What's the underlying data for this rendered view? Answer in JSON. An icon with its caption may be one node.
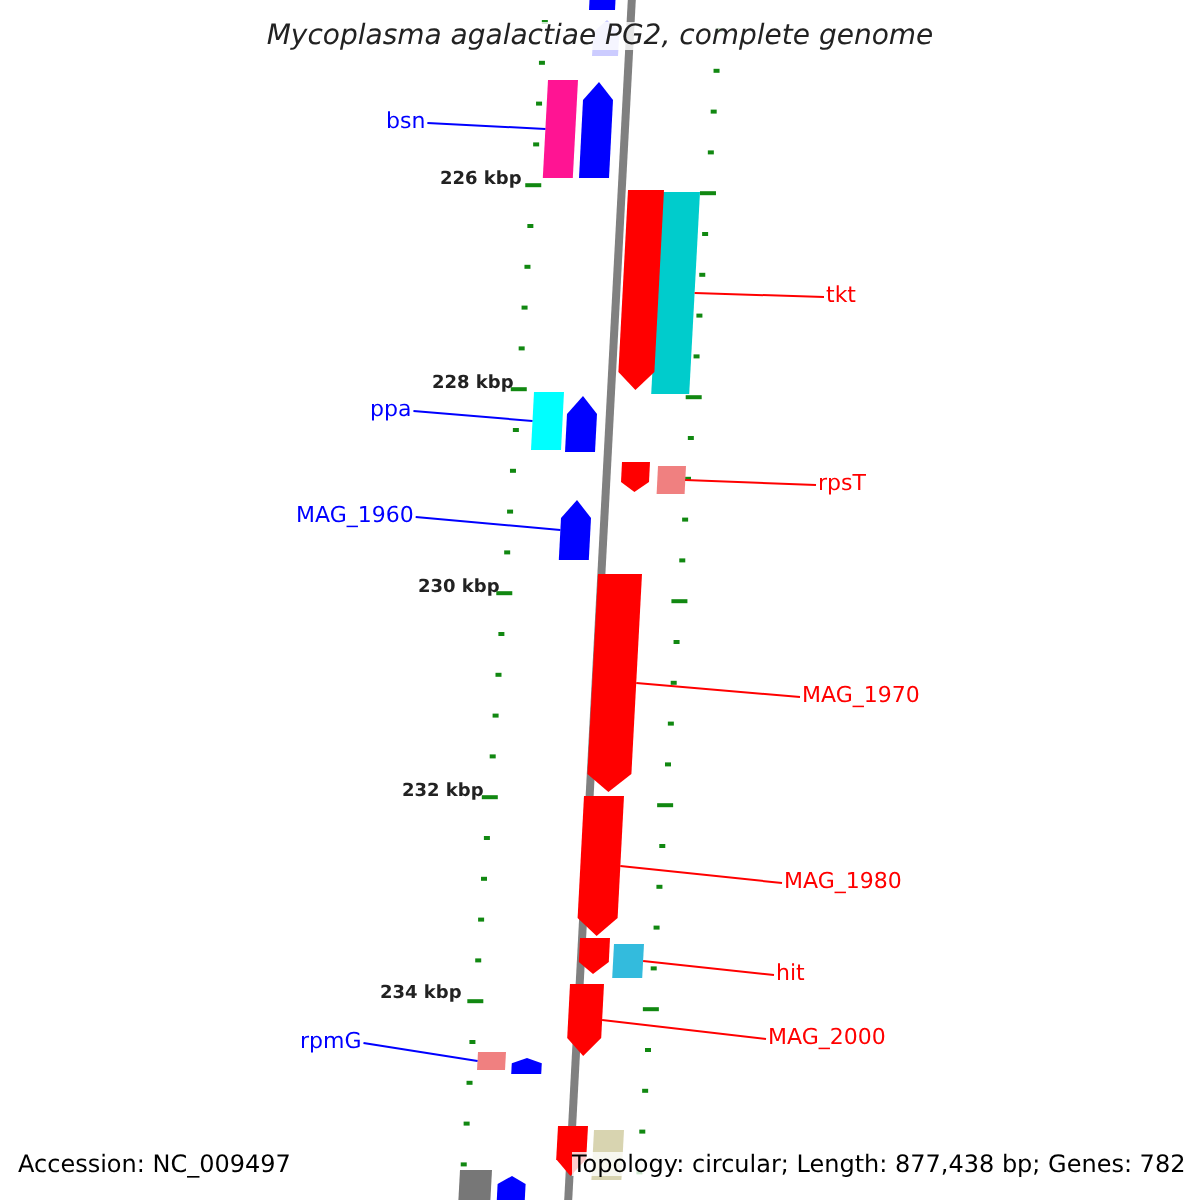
{
  "diagram": {
    "title": "Mycoplasma agalactiae PG2, complete genome",
    "nodes": [
      {
        "text": [
          "bsn"
        ]
      },
      {
        "text": [],
        "shape": "bar"
      },
      {
        "text": [
          "tkt"
        ]
      },
      {
        "text": [],
        "shape": "bar"
      },
      {
        "text": [
          "ppa"
        ]
      },
      {
        "text": [],
        "shape": "bar"
      },
      {
        "text": [
          "rpsT"
        ]
      },
      {
        "text": [],
        "shape": "bar"
      },
      {
        "text": [
          "MAG_1960"
        ]
      },
      {
        "text": [],
        "shape": "pentagon"
      },
      {
        "text": [
          "MAG_1970"
        ]
      },
      {
        "text": [],
        "shape": "pentagon"
      },
      {
        "text": [
          "MAG_1980"
        ]
      },
      {
        "text": [],
        "shape": "pentagon"
      },
      {
        "text": [
          "hit"
        ]
      },
      {
        "text": [],
        "shape": "bar"
      },
      {
        "text": [
          "MAG_2000"
        ]
      },
      {
        "text": [],
        "shape": "pentagon"
      },
      {
        "text": [
          "rpmG"
        ]
      },
      {
        "text": [],
        "shape": "bar"
      },
      {
        "text": [],
        "shape": "pentagon"
      },
      {
        "text": [],
        "shape": "pentagon"
      },
      {
        "text": [],
        "shape": "pentagon"
      },
      {
        "text": [],
        "shape": "pentagon"
      },
      {
        "text": [],
        "shape": "pentagon"
      },
      {
        "text": [],
        "shape": "pentagon"
      },
      {
        "text": [],
        "shape": "pentagon"
      },
      {
        "text": [],
        "shape": "pentagon"
      },
      {
        "text": [],
        "shape": "pentagon"
      },
      {
        "text": [],
        "shape": "bar"
      },
      {
        "text": [],
        "shape": "bar"
      },
      {
        "text": [],
        "shape": "pentagon"
      }
    ],
    "edges": [
      {
        "from": 0,
        "to": 1,
        "arrow": "none",
        "color": "#0000ff"
      },
      {
        "from": 2,
        "to": 3,
        "arrow": "none"
      },
      {
        "from": 4,
        "to": 5,
        "arrow": "none",
        "color": "#0000ff"
      },
      {
        "from": 6,
        "to": 7,
        "arrow": "none"
      },
      {
        "from": 8,
        "to": 9,
        "arrow": "none",
        "color": "#0000ff"
      },
      {
        "from": 10,
        "to": 11,
        "arrow": "none"
      },
      {
        "from": 12,
        "to": 13,
        "arrow": "none"
      },
      {
        "from": 14,
        "to": 15,
        "arrow": "none"
      },
      {
        "from": 16,
        "to": 17,
        "arrow": "none"
      },
      {
        "from": 18,
        "to": 19,
        "arrow": "none",
        "color": "#0000ff"
      }
    ],
    "labels": [
      "226 kbp",
      "228 kbp",
      "230 kbp",
      "232 kbp",
      "234 kbp",
      "Accession: NC_009497",
      "Topology: circular; Length: 877,438 bp; Genes: 782"
    ]
  }
}
